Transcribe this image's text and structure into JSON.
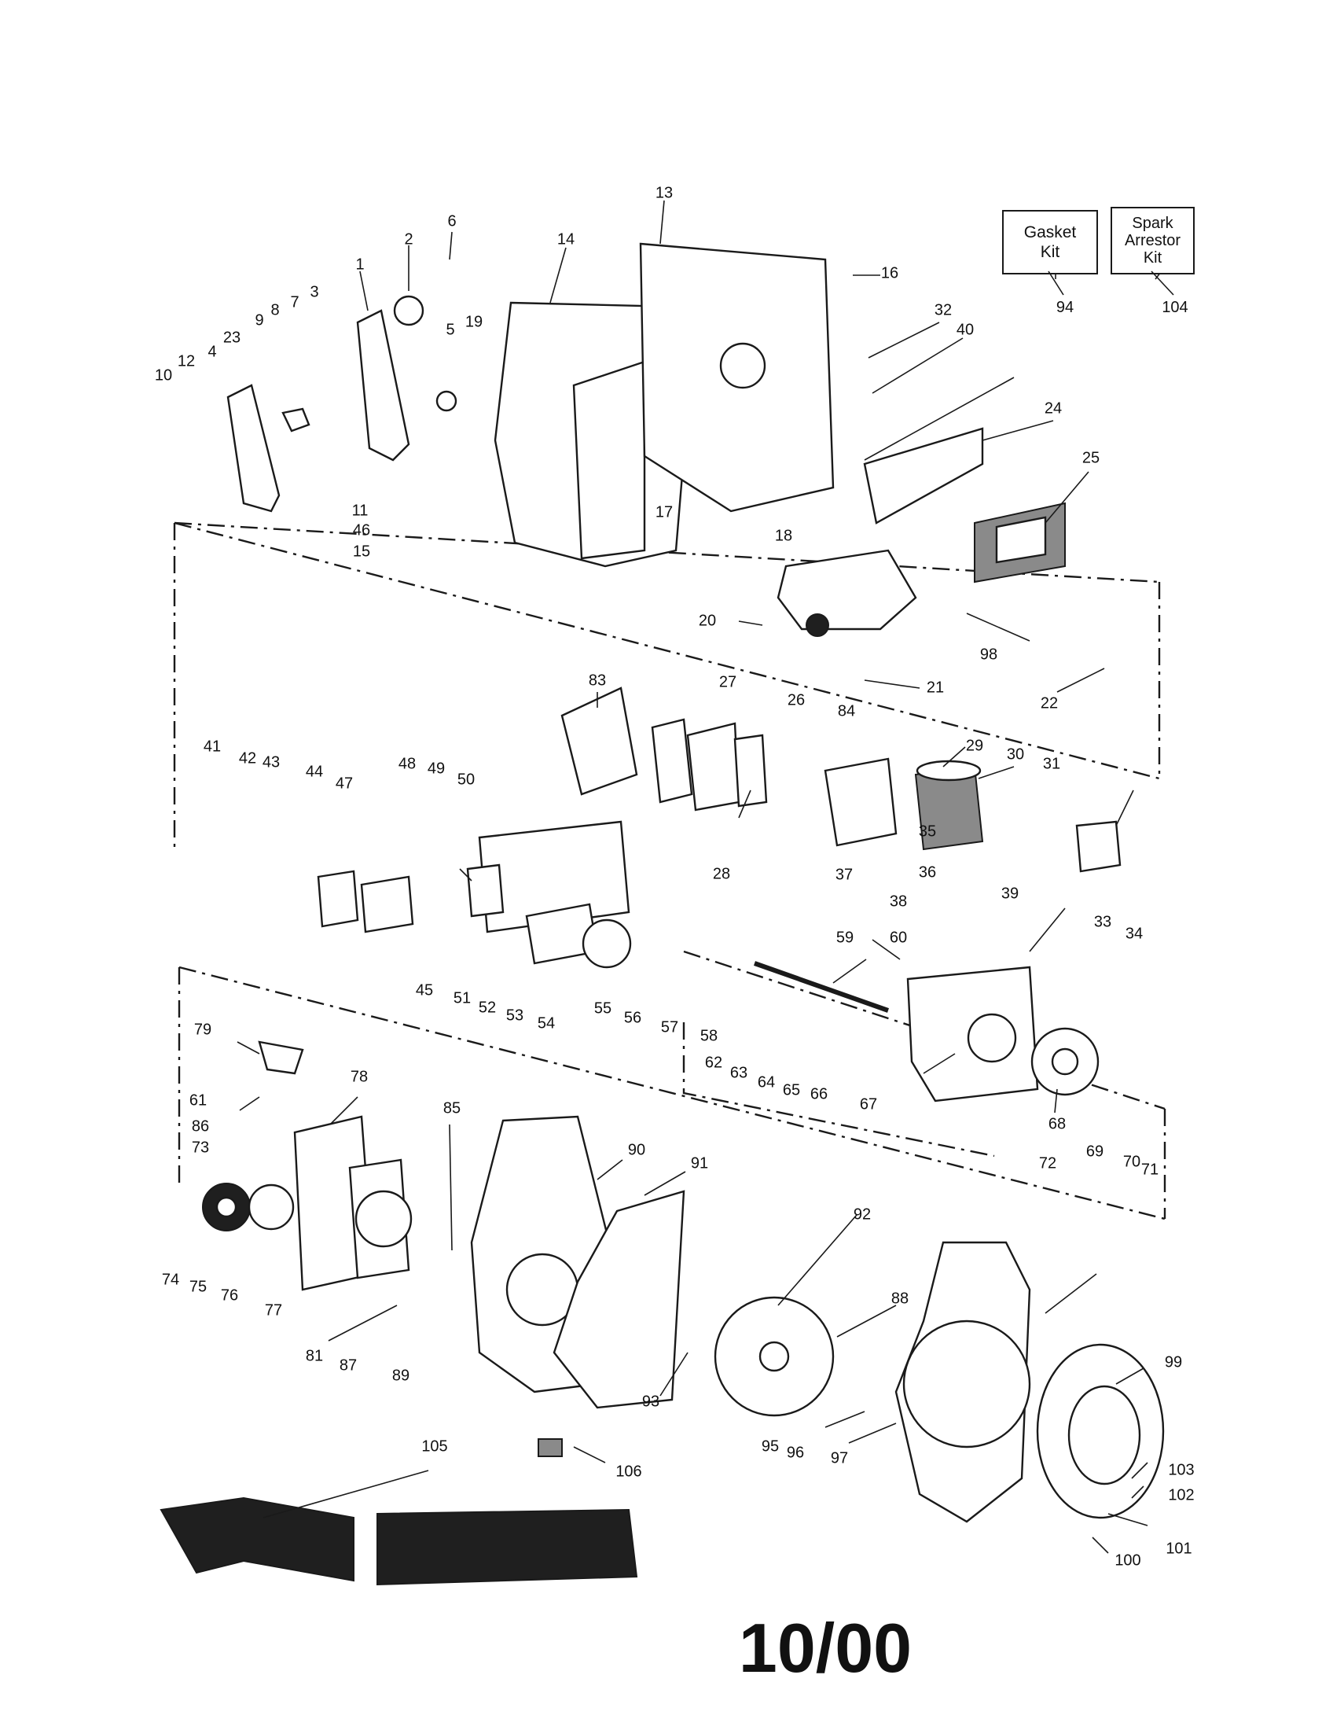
{
  "kits": {
    "gasket": {
      "line1": "Gasket",
      "line2": "Kit",
      "number": "94"
    },
    "spark_arrestor": {
      "line1": "Spark",
      "line2": "Arrestor",
      "line3": "Kit",
      "number": "104"
    }
  },
  "date_stamp": "10/00",
  "part_labels": [
    "1",
    "2",
    "3",
    "4",
    "5",
    "6",
    "7",
    "8",
    "9",
    "10",
    "11",
    "12",
    "13",
    "14",
    "15",
    "16",
    "17",
    "18",
    "19",
    "20",
    "21",
    "22",
    "23",
    "24",
    "25",
    "26",
    "27",
    "28",
    "29",
    "30",
    "31",
    "32",
    "33",
    "34",
    "35",
    "36",
    "37",
    "38",
    "39",
    "40",
    "41",
    "42",
    "43",
    "44",
    "45",
    "46",
    "47",
    "48",
    "49",
    "50",
    "51",
    "52",
    "53",
    "54",
    "55",
    "56",
    "57",
    "58",
    "59",
    "60",
    "61",
    "62",
    "63",
    "64",
    "65",
    "66",
    "67",
    "68",
    "69",
    "70",
    "71",
    "72",
    "73",
    "74",
    "75",
    "76",
    "77",
    "78",
    "79",
    "81",
    "83",
    "84",
    "85",
    "86",
    "87",
    "88",
    "89",
    "90",
    "91",
    "92",
    "93",
    "95",
    "96",
    "97",
    "98",
    "99",
    "100",
    "101",
    "102",
    "103",
    "105",
    "106"
  ]
}
